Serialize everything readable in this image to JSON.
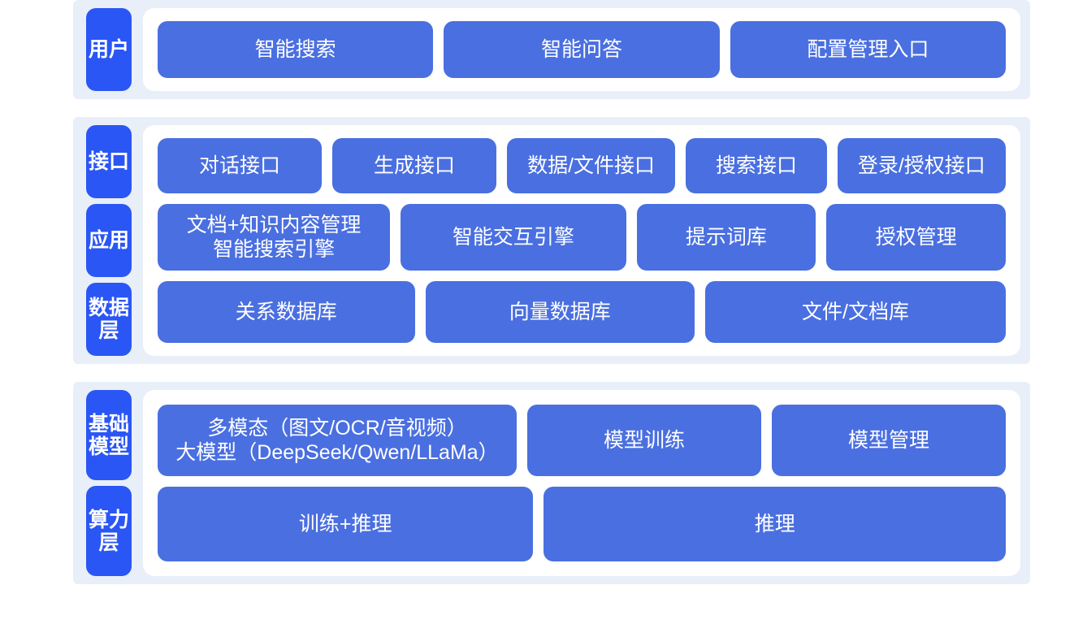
{
  "colors": {
    "band": "#e9eff8",
    "card": "#ffffff",
    "layer_label": "#2a56f5",
    "box": "#4a6fe0",
    "text": "#ffffff",
    "page_background": "#ffffff"
  },
  "sections": [
    {
      "id": "user",
      "labels": [
        "用户"
      ],
      "rows": [
        {
          "id": "user-entries",
          "boxes": [
            {
              "label": "智能搜索",
              "flex": 1
            },
            {
              "label": "智能问答",
              "flex": 1
            },
            {
              "label": "配置管理入口",
              "flex": 1
            }
          ]
        }
      ]
    },
    {
      "id": "middle",
      "labels": [
        "接口",
        "应用",
        "数据层"
      ],
      "rows": [
        {
          "id": "interface",
          "boxes": [
            {
              "label": "对话接口",
              "flex": 1.02
            },
            {
              "label": "生成接口",
              "flex": 1.02
            },
            {
              "label": "数据/文件接口",
              "flex": 1.05
            },
            {
              "label": "搜索接口",
              "flex": 0.86
            },
            {
              "label": "登录/授权接口",
              "flex": 1.05
            }
          ]
        },
        {
          "id": "application",
          "boxes": [
            {
              "label": "文档+知识内容管理\n智能搜索引擎",
              "flex": 1.22
            },
            {
              "label": "智能交互引擎",
              "flex": 1.18
            },
            {
              "label": "提示词库",
              "flex": 0.92
            },
            {
              "label": "授权管理",
              "flex": 0.92
            }
          ]
        },
        {
          "id": "data",
          "boxes": [
            {
              "label": "关系数据库",
              "flex": 1
            },
            {
              "label": "向量数据库",
              "flex": 1.05
            },
            {
              "label": "文件/文档库",
              "flex": 1.18
            }
          ]
        }
      ]
    },
    {
      "id": "bottom",
      "labels": [
        "基础模型",
        "算力层"
      ],
      "rows": [
        {
          "id": "model",
          "boxes": [
            {
              "label": "多模态（图文/OCR/音视频）\n大模型（DeepSeek/Qwen/LLaMa）",
              "flex": 1.48
            },
            {
              "label": "模型训练",
              "flex": 0.94
            },
            {
              "label": "模型管理",
              "flex": 0.94
            }
          ]
        },
        {
          "id": "compute",
          "boxes": [
            {
              "label": "训练+推理",
              "flex": 1
            },
            {
              "label": "推理",
              "flex": 1.24
            }
          ]
        }
      ]
    }
  ]
}
